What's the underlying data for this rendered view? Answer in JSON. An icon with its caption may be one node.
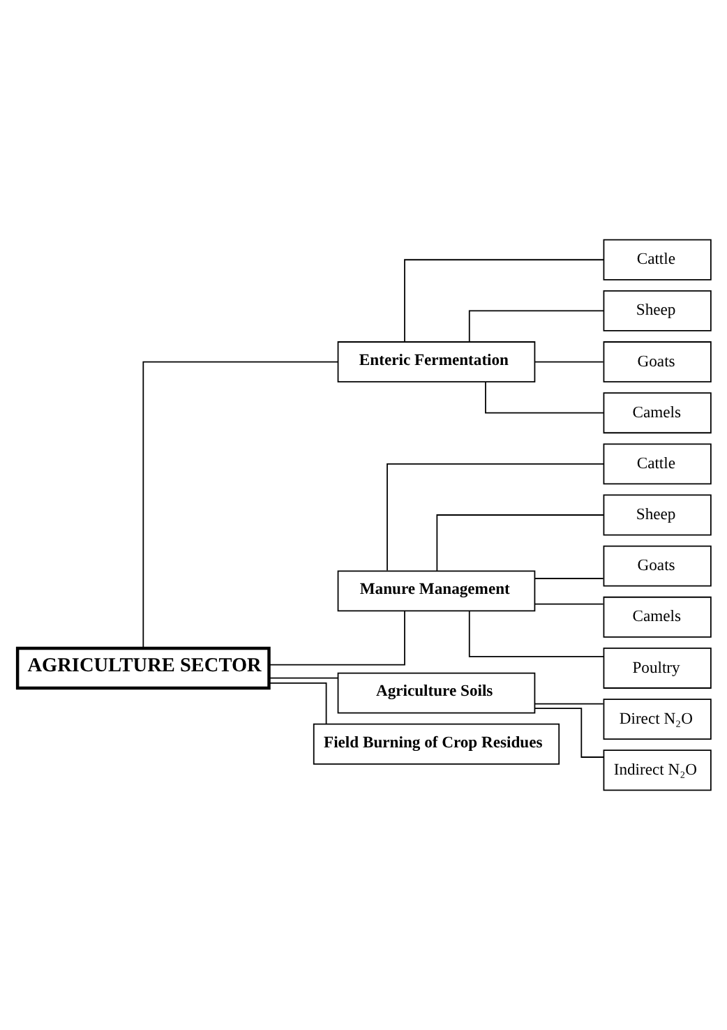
{
  "diagram": {
    "nodes": [
      {
        "text": [
          "AGRICULTURE SECTOR"
        ]
      },
      {
        "text": [
          "Enteric Fermentation"
        ]
      },
      {
        "text": [
          "Cattle"
        ]
      },
      {
        "text": [
          "Sheep"
        ]
      },
      {
        "text": [
          "Goats"
        ]
      },
      {
        "text": [
          "Camels"
        ]
      },
      {
        "text": [
          "Manure Management"
        ]
      },
      {
        "text": [
          "Cattle"
        ]
      },
      {
        "text": [
          "Sheep"
        ]
      },
      {
        "text": [
          "Goats"
        ]
      },
      {
        "text": [
          "Camels"
        ]
      },
      {
        "text": [
          "Poultry"
        ]
      },
      {
        "text": [
          "Agriculture Soils"
        ]
      },
      {
        "text": [
          "Direct N₂O"
        ]
      },
      {
        "text": [
          "Indirect N₂O"
        ]
      },
      {
        "text": [
          "Field Burning of Crop Residues"
        ]
      }
    ],
    "edges": [
      {
        "from": 0,
        "to": 1,
        "arrow": "none"
      },
      {
        "from": 1,
        "to": 2,
        "arrow": "none"
      },
      {
        "from": 1,
        "to": 3,
        "arrow": "none"
      },
      {
        "from": 1,
        "to": 4,
        "arrow": "none"
      },
      {
        "from": 1,
        "to": 5,
        "arrow": "none"
      },
      {
        "from": 0,
        "to": 6,
        "arrow": "none"
      },
      {
        "from": 6,
        "to": 7,
        "arrow": "none"
      },
      {
        "from": 6,
        "to": 8,
        "arrow": "none"
      },
      {
        "from": 6,
        "to": 9,
        "arrow": "none"
      },
      {
        "from": 6,
        "to": 10,
        "arrow": "none"
      },
      {
        "from": 6,
        "to": 11,
        "arrow": "none"
      },
      {
        "from": 0,
        "to": 12,
        "arrow": "none"
      },
      {
        "from": 12,
        "to": 13,
        "arrow": "none"
      },
      {
        "from": 12,
        "to": 14,
        "arrow": "none"
      },
      {
        "from": 0,
        "to": 15,
        "arrow": "none"
      }
    ]
  }
}
